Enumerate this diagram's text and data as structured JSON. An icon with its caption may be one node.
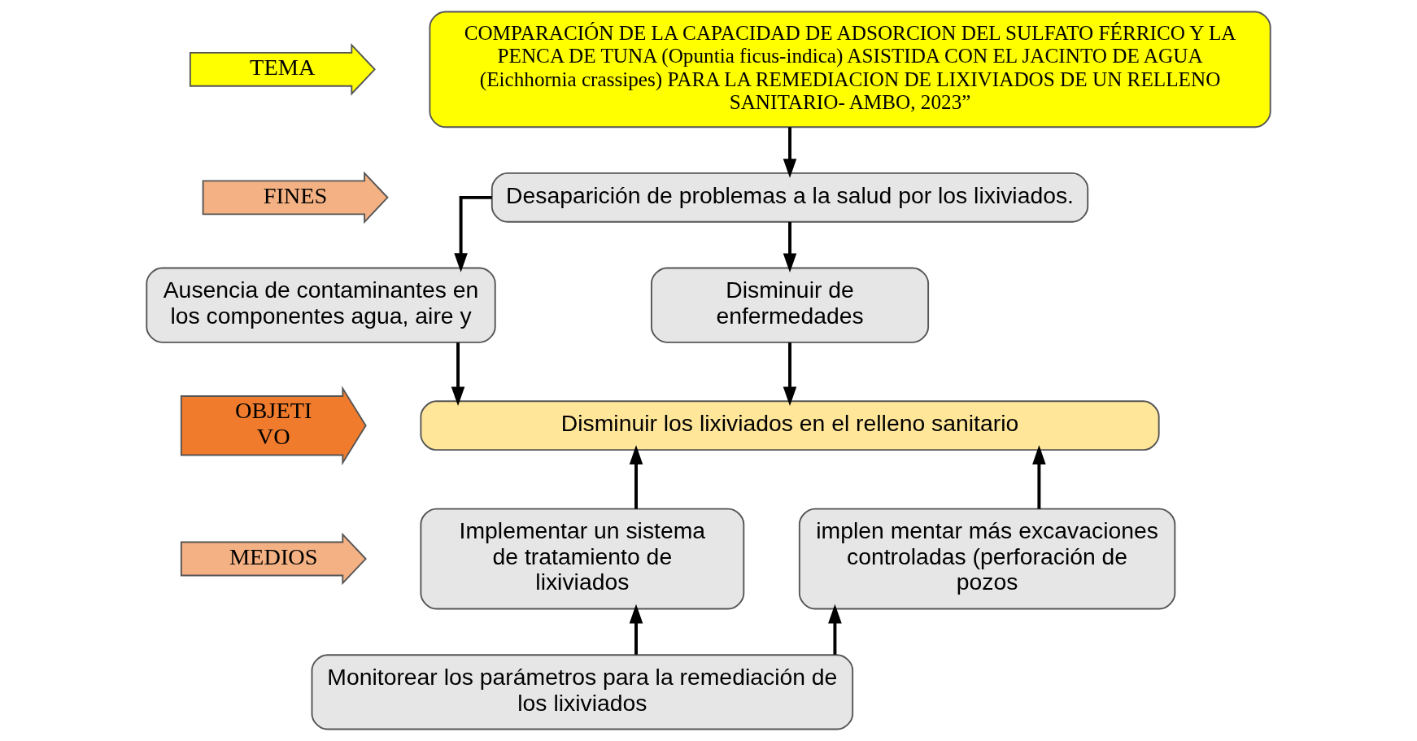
{
  "diagram": {
    "nodes": [
      {
        "text": [
          "TEMA"
        ]
      },
      {
        "text": [
          "COMPARACIÓN DE LA CAPACIDAD DE ADSORCION DEL SULFATO FÉRRICO Y LA PENCA DE TUNA (Opuntia ficus-indica) ASISTIDA CON EL JACINTO DE AGUA (Eichhornia crassipes) PARA LA REMEDIACION DE LIXIVIADOS DE UN RELLENO SANITARIO- AMBO, 2023”"
        ]
      },
      {
        "text": [
          "FINES"
        ]
      },
      {
        "text": [
          "Desaparición de problemas a la salud por los lixiviados."
        ]
      },
      {
        "text": [
          "Ausencia de contaminantes en los componentes agua, aire y"
        ]
      },
      {
        "text": [
          "Disminuir de enfermedades"
        ]
      },
      {
        "text": [
          "OBJETI VO"
        ]
      },
      {
        "text": [
          "Disminuir los lixiviados en el relleno sanitario"
        ]
      },
      {
        "text": [
          "MEDIOS"
        ]
      },
      {
        "text": [
          "Implementar un sistema de tratamiento de lixiviados"
        ]
      },
      {
        "text": [
          "implen mentar más excavaciones controladas (perforación de pozos"
        ]
      },
      {
        "text": [
          "Monitorear los parámetros para la remediación de los lixiviados"
        ]
      }
    ],
    "edges": [
      {
        "from": 1,
        "to": 3,
        "arrow": "to"
      },
      {
        "from": 3,
        "to": 4,
        "arrow": "to"
      },
      {
        "from": 3,
        "to": 5,
        "arrow": "to"
      },
      {
        "from": 4,
        "to": 7,
        "arrow": "to"
      },
      {
        "from": 5,
        "to": 7,
        "arrow": "to"
      },
      {
        "from": 9,
        "to": 7,
        "arrow": "to"
      },
      {
        "from": 10,
        "to": 7,
        "arrow": "to"
      },
      {
        "from": 11,
        "to": 9,
        "arrow": "to"
      },
      {
        "from": 11,
        "to": 10,
        "arrow": "to"
      }
    ]
  }
}
